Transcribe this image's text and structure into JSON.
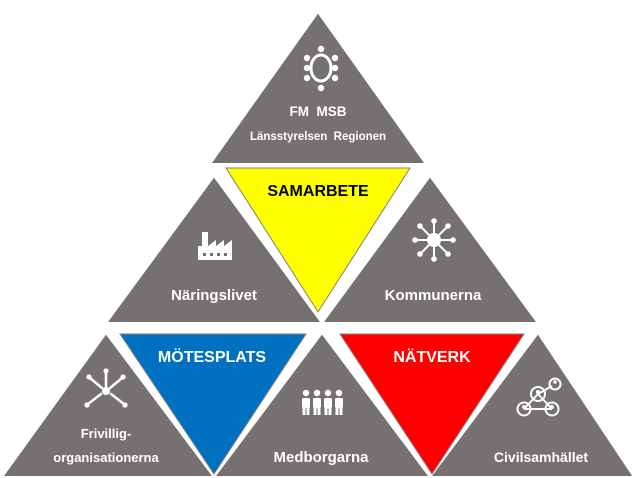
{
  "top": {
    "line1": "FM  MSB",
    "line2": "Länsstyrelsen  Regionen",
    "icon": "conference-table-icon"
  },
  "left": {
    "label": "Näringslivet",
    "icon": "factory-icon"
  },
  "right": {
    "label": "Kommunerna",
    "icon": "network-hub-icon"
  },
  "bottom_left": {
    "line1": "Frivillig-",
    "line2": "organisationerna",
    "icon": "helping-hands-icon"
  },
  "bottom_center": {
    "label": "Medborgarna",
    "icon": "people-group-icon"
  },
  "bottom_right": {
    "label": "Civilsamhället",
    "icon": "connected-people-icon"
  },
  "samarbete": {
    "label": "SAMARBETE",
    "color": "#FFFF00"
  },
  "motesplats": {
    "label": "MÖTESPLATS",
    "color": "#0070C0"
  },
  "natverk": {
    "label": "NÄTVERK",
    "color": "#FF0000"
  },
  "colors": {
    "gray": "#767171",
    "border": "#ffffff"
  }
}
